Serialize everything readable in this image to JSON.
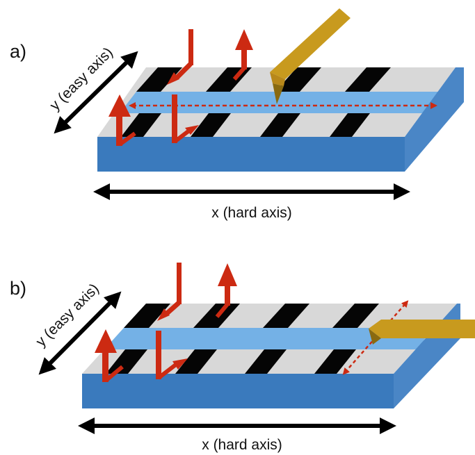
{
  "colors": {
    "slab_blue": "#3a7abd",
    "slab_side_blue": "#4a86c6",
    "channel_blue": "#74b1e6",
    "stripe_black": "#050505",
    "stripe_light": "#d8d8d8",
    "arrow_red": "#cc2a12",
    "probe_gold": "#c89a1e",
    "probe_dark": "#8a6a10",
    "axis_black": "#000000"
  },
  "panels": [
    {
      "label": "a)",
      "y_axis_label": "y (easy axis)",
      "x_axis_label": "x (hard axis)",
      "probe": "tip-icon",
      "scan_direction": "along x (dashed double arrow along channel)"
    },
    {
      "label": "b)",
      "y_axis_label": "y (easy axis)",
      "x_axis_label": "x (hard axis)",
      "probe": "tip-icon",
      "scan_direction": "along y (dashed double arrow across channel)"
    }
  ]
}
